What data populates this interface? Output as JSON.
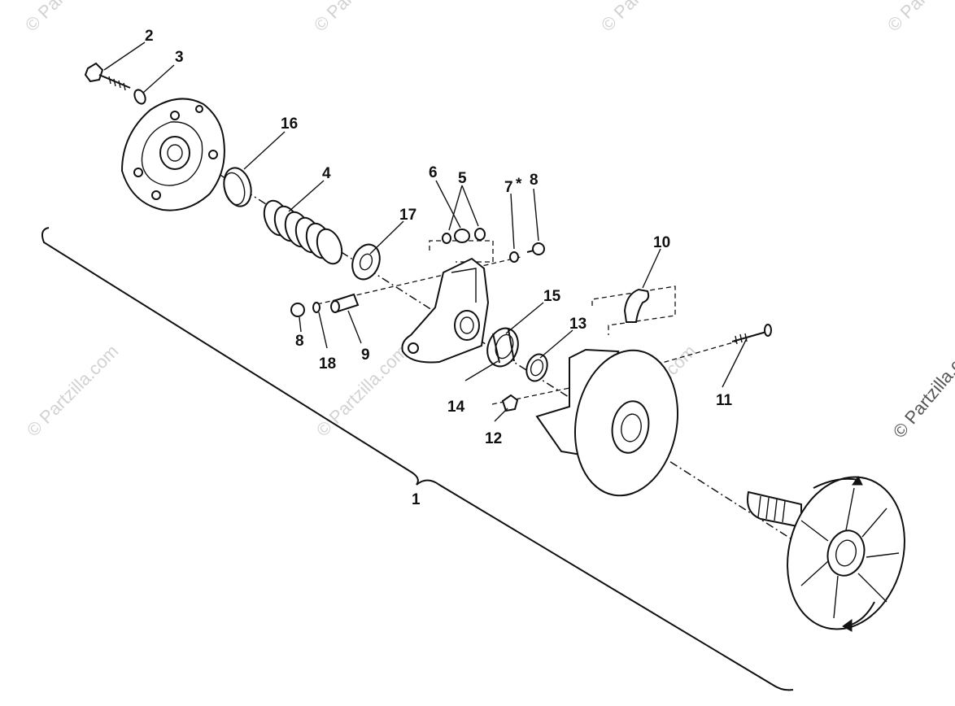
{
  "watermark": {
    "text": "© Partzilla.com"
  },
  "callouts": {
    "c1": "1",
    "c2": "2",
    "c3": "3",
    "c4": "4",
    "c5": "5",
    "c6": "6",
    "c7": "7",
    "c7_mark": "*",
    "c8a": "8",
    "c8b": "8",
    "c9": "9",
    "c10": "10",
    "c11": "11",
    "c12": "12",
    "c13": "13",
    "c14": "14",
    "c15": "15",
    "c16": "16",
    "c17": "17",
    "c18": "18"
  }
}
